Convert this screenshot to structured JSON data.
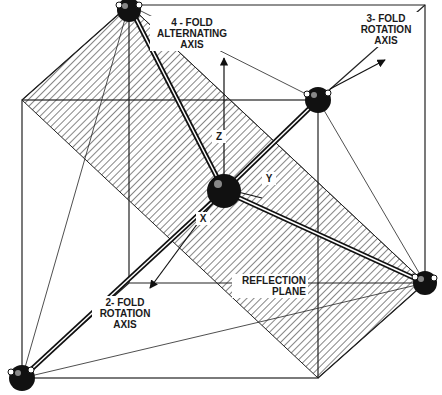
{
  "diagram": {
    "labels": [
      "4 - FOLD ALTERNATING AXIS",
      "3- FOLD ROTATION AXIS",
      "REFLECTION PLANE",
      "2- FOLD ROTATION AXIS",
      "Z",
      "Y",
      "X"
    ]
  }
}
